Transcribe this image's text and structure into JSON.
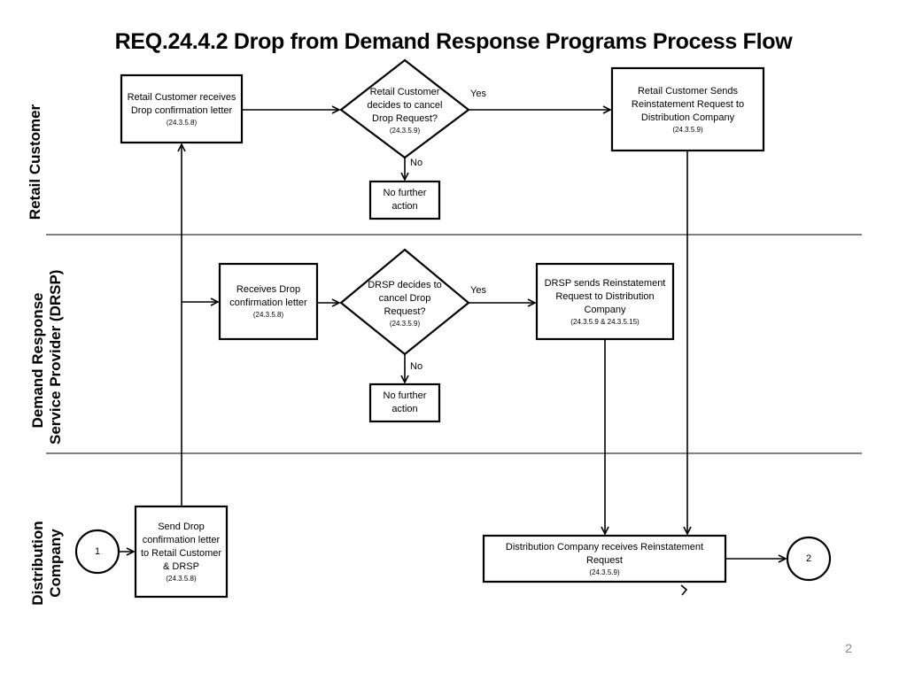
{
  "title": "REQ.24.4.2 Drop from Demand Response Programs Process Flow",
  "lanes": {
    "retail": "Retail Customer",
    "drsp_line1": "Demand Response",
    "drsp_line2": "Service Provider (DRSP)",
    "dist_line1": "Distribution",
    "dist_line2": "Company"
  },
  "nodes": {
    "rc_receives": {
      "text": "Retail Customer receives Drop confirmation letter",
      "ref": "(24.3.5.8)"
    },
    "rc_decides": {
      "text": "Retail Customer decides to cancel Drop Request?",
      "ref": "(24.3.5.9)"
    },
    "rc_sends": {
      "text": "Retail Customer Sends Reinstatement Request to Distribution Company",
      "ref": "(24.3.5.9)"
    },
    "rc_no_action": {
      "text": "No further action"
    },
    "drsp_receives": {
      "text": "Receives Drop confirmation letter",
      "ref": "(24.3.5.8)"
    },
    "drsp_decides": {
      "text": "DRSP decides to cancel Drop Request?",
      "ref": "(24.3.5.9)"
    },
    "drsp_sends": {
      "text": "DRSP sends Reinstatement Request to Distribution Company",
      "ref": "(24.3.5.9 & 24.3.5.15)"
    },
    "drsp_no_action": {
      "text": "No further action"
    },
    "dc_send": {
      "text": "Send Drop confirmation letter to Retail Customer & DRSP",
      "ref": "(24.3.5.8)"
    },
    "dc_receives": {
      "text": "Distribution Company receives Reinstatement Request",
      "ref": "(24.3.5.9)"
    },
    "start": {
      "text": "1"
    },
    "end": {
      "text": "2"
    }
  },
  "edge_labels": {
    "rc_yes": "Yes",
    "rc_no": "No",
    "drsp_yes": "Yes",
    "drsp_no": "No"
  },
  "page_number": "2"
}
